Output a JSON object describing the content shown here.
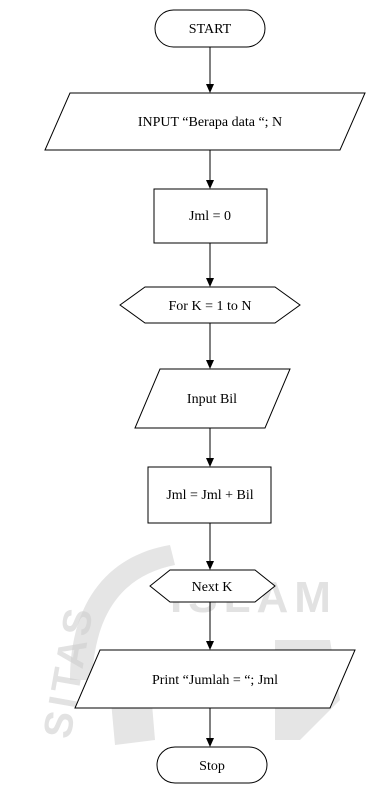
{
  "flowchart": {
    "steps": [
      {
        "id": "start",
        "kind": "terminator",
        "label": "START"
      },
      {
        "id": "input-n",
        "kind": "input-output",
        "label": "INPUT “Berapa data “; N"
      },
      {
        "id": "init-jml",
        "kind": "process",
        "label": "Jml = 0"
      },
      {
        "id": "loop-start",
        "kind": "preparation",
        "label": "For K = 1 to N"
      },
      {
        "id": "input-bil",
        "kind": "input-output",
        "label": "Input Bil"
      },
      {
        "id": "accumulate",
        "kind": "process",
        "label": "Jml = Jml + Bil"
      },
      {
        "id": "loop-end",
        "kind": "preparation",
        "label": "Next K"
      },
      {
        "id": "print-jml",
        "kind": "input-output",
        "label": "Print “Jumlah = “; Jml"
      },
      {
        "id": "stop",
        "kind": "terminator",
        "label": "Stop"
      }
    ]
  },
  "watermark": {
    "text": "ISLAM",
    "side_text": "SITAS",
    "color": "#cfcfcf"
  }
}
